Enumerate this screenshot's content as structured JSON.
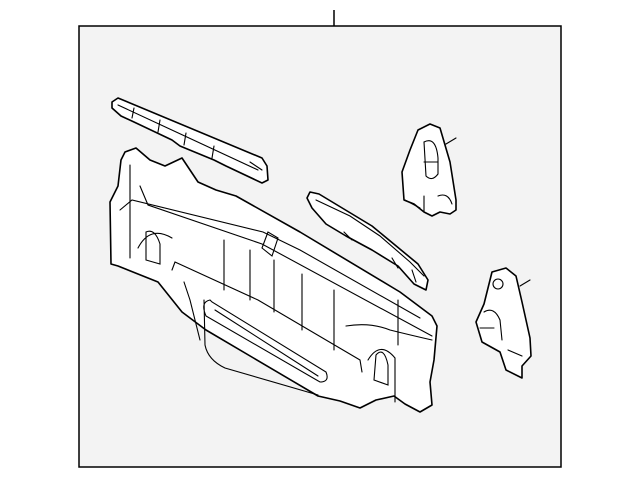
{
  "diagram": {
    "type": "parts-diagram",
    "background_color": "#ffffff",
    "frame_fill": "#f3f3f3",
    "line_color": "#000000",
    "parts": [
      {
        "id": "upper-rail"
      },
      {
        "id": "rear-panel"
      },
      {
        "id": "center-rail"
      },
      {
        "id": "upper-bracket"
      },
      {
        "id": "lower-bracket"
      }
    ]
  }
}
